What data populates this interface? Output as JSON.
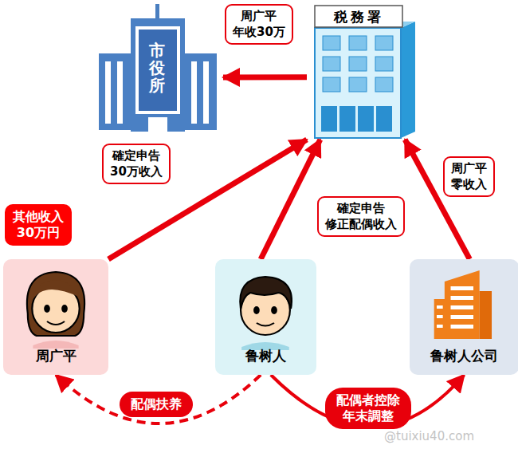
{
  "diagram": {
    "nodes": [
      {
        "text": [
          "市役所"
        ]
      },
      {
        "text": [
          "税務署"
        ]
      },
      {
        "text": [
          "其他收入 30万円"
        ]
      },
      {
        "text": [
          "周广平"
        ]
      },
      {
        "text": [
          "鲁树人"
        ]
      },
      {
        "text": [
          "鲁树人公司"
        ]
      }
    ],
    "edges": [
      {
        "from": 1,
        "to": 0,
        "label": "周广平 年收30万",
        "arrow": "to"
      },
      {
        "from": 3,
        "to": 1,
        "label": "確定申告 30万收入",
        "arrow": "to"
      },
      {
        "from": 4,
        "to": 1,
        "label": "確定申告 修正配偶收入",
        "arrow": "to"
      },
      {
        "from": 5,
        "to": 1,
        "label": "周广平 零收入",
        "arrow": "to"
      },
      {
        "from": 4,
        "to": 3,
        "label": "配偶扶养",
        "arrow": "to"
      },
      {
        "from": 4,
        "to": 5,
        "label": "配偶者控除 年末調整",
        "arrow": "to"
      }
    ],
    "labels": [
      "@tuixiu40.com"
    ]
  }
}
